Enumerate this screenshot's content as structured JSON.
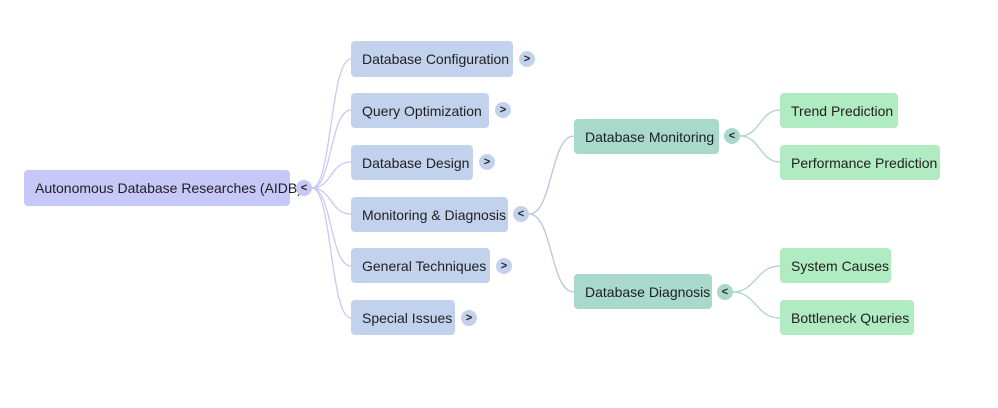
{
  "colors": {
    "root": "#c6c8f7",
    "level1": "#c2d2ec",
    "level2": "#a9d9cb",
    "level3": "#b1ebc1",
    "link_root": "#c8c9f2",
    "link_level1": "#b5c7e1",
    "link_level2": "#a9d6c8",
    "toggle_root": "#c6c8f7",
    "toggle_level1": "#c2d2ec",
    "toggle_level2": "#a9d9cb"
  },
  "icons": {
    "collapse": "chevron-left-icon",
    "expand": "chevron-right-icon"
  },
  "mindmap": {
    "root": {
      "label": "Autonomous Database Researches (AIDB)",
      "toggle": "<"
    },
    "branches": [
      {
        "label": "Database Configuration",
        "toggle": ">"
      },
      {
        "label": "Query Optimization",
        "toggle": ">"
      },
      {
        "label": "Database Design",
        "toggle": ">"
      },
      {
        "label": "Monitoring & Diagnosis",
        "toggle": "<",
        "children": [
          {
            "label": "Database Monitoring",
            "toggle": "<",
            "children": [
              {
                "label": "Trend Prediction"
              },
              {
                "label": "Performance Prediction"
              }
            ]
          },
          {
            "label": "Database Diagnosis",
            "toggle": "<",
            "children": [
              {
                "label": "System Causes"
              },
              {
                "label": "Bottleneck Queries"
              }
            ]
          }
        ]
      },
      {
        "label": "General Techniques",
        "toggle": ">"
      },
      {
        "label": "Special Issues",
        "toggle": ">"
      }
    ]
  }
}
